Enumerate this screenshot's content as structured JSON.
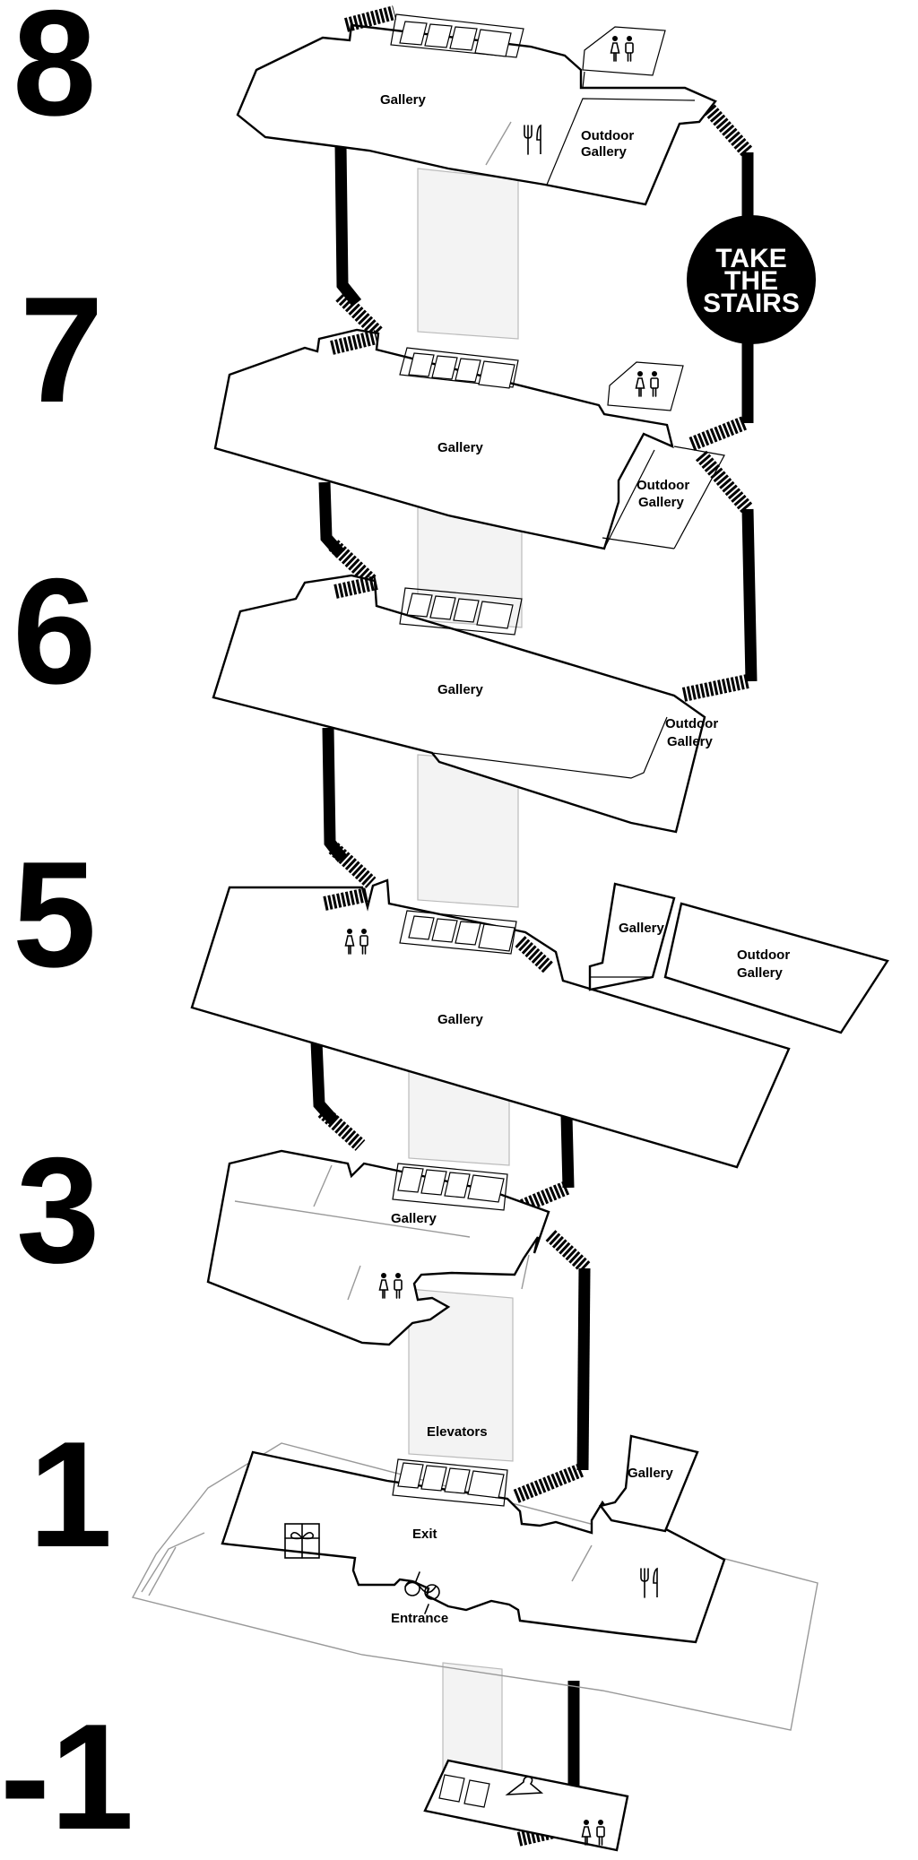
{
  "floors": {
    "f8": "8",
    "f7": "7",
    "f6": "6",
    "f5": "5",
    "f3": "3",
    "f1": "1",
    "fm1": "-1"
  },
  "labels": {
    "gallery": "Gallery",
    "outdoor_line1": "Outdoor",
    "outdoor_line2": "Gallery",
    "elevators": "Elevators",
    "exit": "Exit",
    "entrance": "Entrance"
  },
  "badge": {
    "line1": "TAKE",
    "line2": "THE",
    "line3": "STAIRS"
  },
  "icons": {
    "restroom": "restroom-icon",
    "restaurant": "restaurant-icon",
    "gift_shop": "gift-shop-icon",
    "coat_check": "coat-check-icon",
    "door": "revolving-door-icon"
  },
  "colors": {
    "ink": "#000000",
    "shaft": "#f3f3f3",
    "muted": "#999999"
  }
}
